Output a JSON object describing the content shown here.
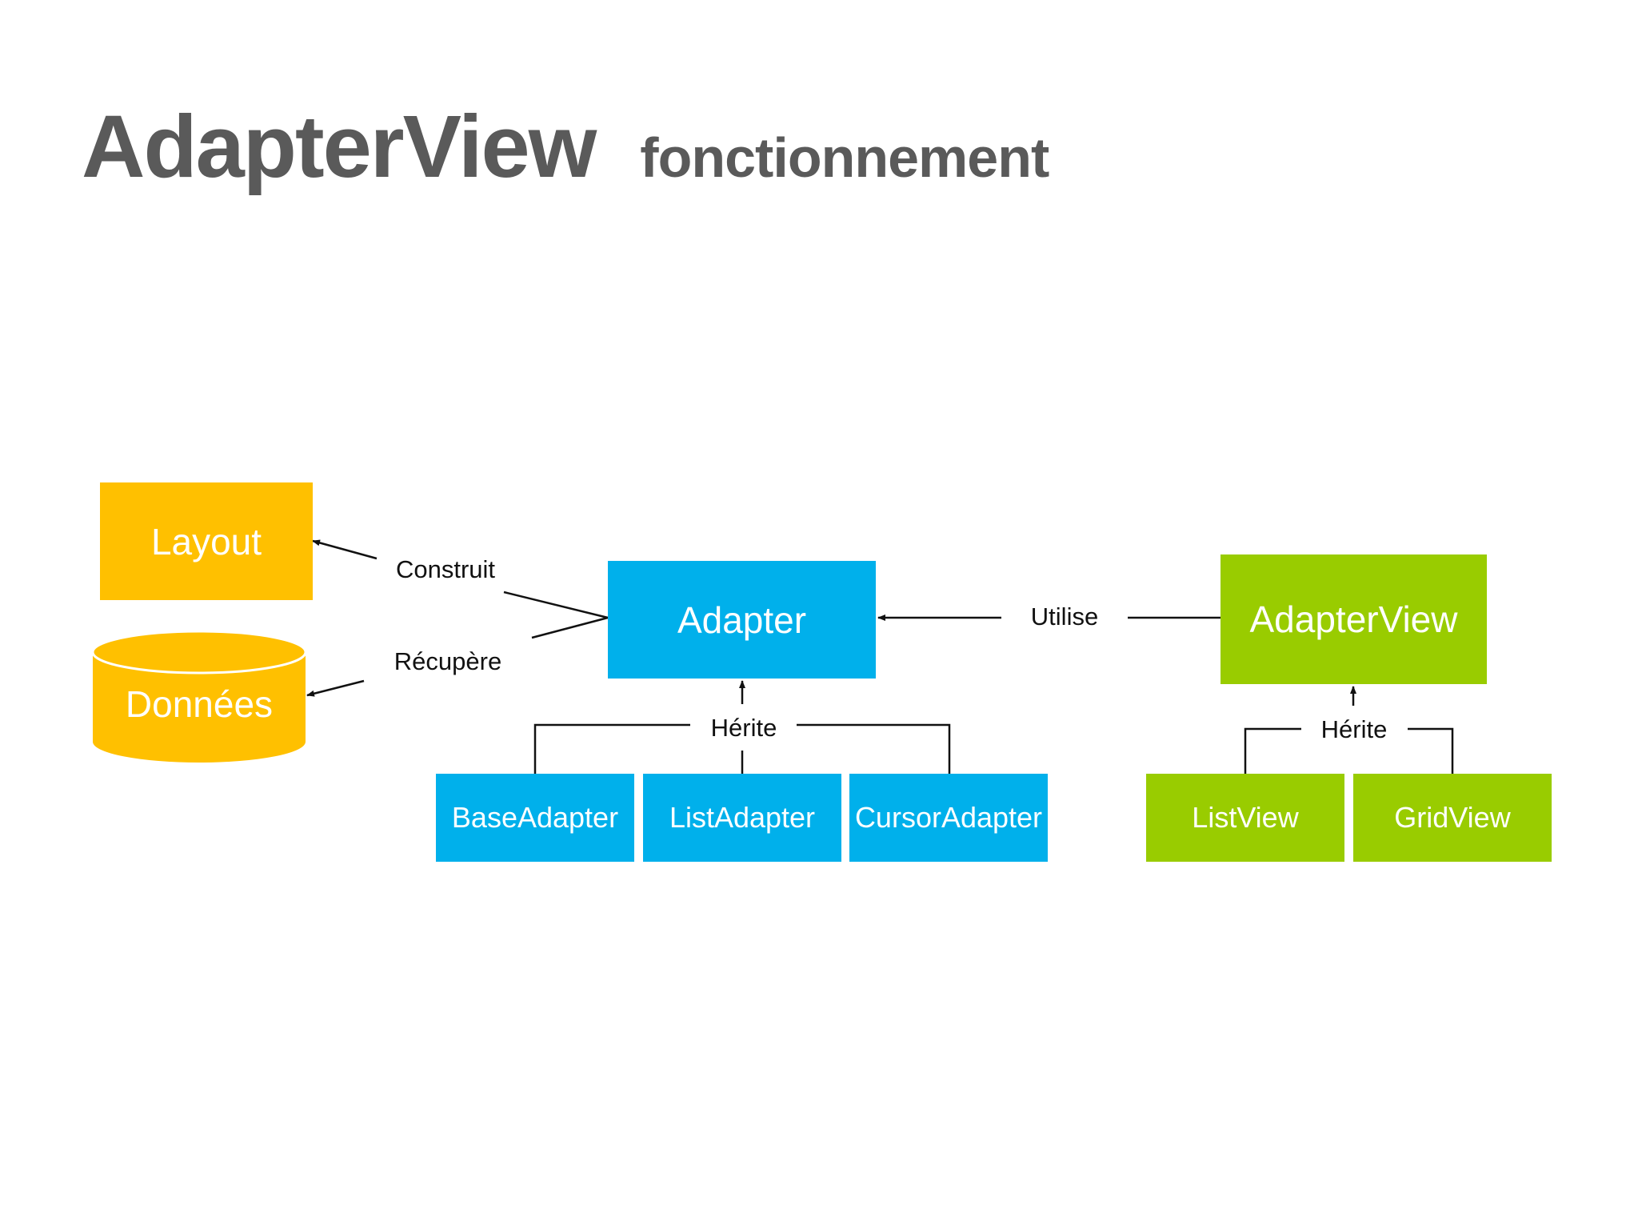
{
  "title": {
    "main": "AdapterView",
    "sub": "fonctionnement"
  },
  "nodes": {
    "layout": "Layout",
    "donnees": "Données",
    "adapter": "Adapter",
    "adapterview": "AdapterView",
    "base_adapter": "BaseAdapter",
    "list_adapter": "ListAdapter",
    "cursor_adapter": "CursorAdapter",
    "list_view": "ListView",
    "grid_view": "GridView"
  },
  "edges": {
    "construit": "Construit",
    "recupere": "Récupère",
    "utilise": "Utilise",
    "herite_adapter": "Hérite",
    "herite_adapterview": "Hérite"
  },
  "colors": {
    "title": "#5a5a5a",
    "yellow": "#ffc000",
    "blue": "#00b0eb",
    "green": "#99cc00",
    "line": "#111111"
  }
}
